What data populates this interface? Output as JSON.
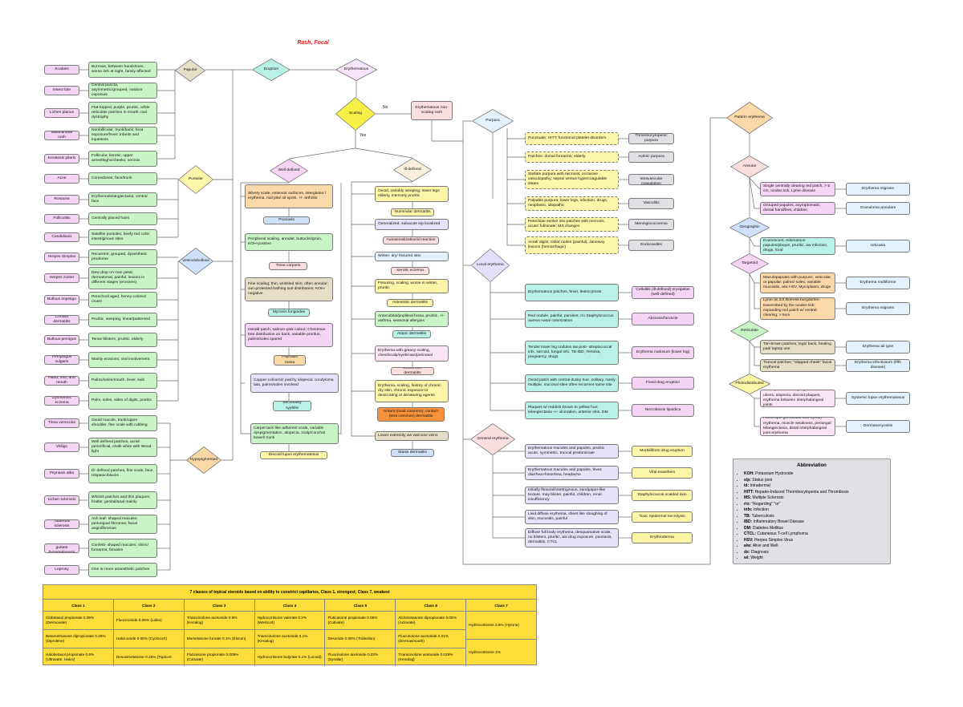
{
  "title": "Rash, Focal",
  "labels": {
    "no": "No",
    "yes": "Yes"
  },
  "colors": {
    "title": "#e02020",
    "line": "#555555",
    "steroid_bg": "#fddd3a"
  },
  "diamonds": {
    "eruption": "Eruption",
    "erythematous": "Erythematous",
    "scaling": "Scaling",
    "papular": "Papular",
    "pustular": "Pustular",
    "vesiculobullous": "Vesiculobullous",
    "hypopigmented": "Hypopigmented",
    "well_defined": "Well-defined",
    "ill_defined": "Ill-defined",
    "purpura": "Purpura",
    "local_erythema": "Local erythema",
    "general_erythema": "General erythema",
    "pattern_erythema": "Pattern erythema",
    "annular": "Annular",
    "geographic": "Geographic",
    "targetoid": "Targetoid",
    "reticulate": "Reticulate",
    "photodistributed": "Photodistributed"
  },
  "left_rows": [
    {
      "dx": "Scabies",
      "desc": "Burrows, between hands/toes, worse itch at night, family affected"
    },
    {
      "dx": "Insect bite",
      "desc": "Central puncta, asymmetric/grouped, outdoor exposure"
    },
    {
      "dx": "Lichen planus",
      "desc": "Flat-topped, purple, pruritic, white reticulate patches in mouth; nail dystrophy"
    },
    {
      "dx": "Miliaria/heat rash",
      "desc": "Nonfollicular, trunk/back; heat exposure/fever; infants and inpatients"
    },
    {
      "dx": "Keratosis pilaris",
      "desc": "Follicular, kerotic; upper arms/thighs/cheeks; xerosis"
    },
    {
      "dx": "Acne",
      "desc": "Comedones; face/trunk"
    },
    {
      "dx": "Rosacea",
      "desc": "Erythema/telangiectasia; central face"
    },
    {
      "dx": "Folliculitis",
      "desc": "Centrally placed hairs"
    },
    {
      "dx": "Candidiasis",
      "desc": "Satellite pustules; beefy red color; intertriginous sites"
    },
    {
      "dx": "Herpes Simplex",
      "desc": "Recurrent, grouped, dysesthetic prodrome"
    },
    {
      "dx": "Herpes zoster",
      "desc": "Dew drop on rose petal, dermatomal, painful, lesions in different stages (erosives)"
    },
    {
      "dx": "Bullous impetigo",
      "desc": "Preschool aged, honey-colored crusts"
    },
    {
      "dx": "Contact dermatitis",
      "desc": "Pruritic, weeping, linear/patterned"
    },
    {
      "dx": "Bullous pemigus",
      "desc": "Tense blisters, pruritic, elderly"
    },
    {
      "dx": "Pemphigus vulgaris",
      "desc": "Mainly erosions; oral involvement"
    },
    {
      "dx": "Hand, foot, and mouth",
      "desc": "Palms/soles/mouth, fever, kids"
    },
    {
      "dx": "Dyshidrotic eczema",
      "desc": "Palm, soles, sides of digits, pruritic"
    },
    {
      "dx": "Tinea versicolor",
      "desc": "Ovoid macule, trunk/upper shoulder, fine scale with rubbing"
    },
    {
      "dx": "Vitiligo",
      "desc": "Well defined patches, acral/ periorificial, chalk white with Wood light"
    },
    {
      "dx": "Pityriasis alba",
      "desc": "Ill- defined patches, fine scale, face, Hispanic/blacks"
    },
    {
      "dx": "Lichen sclerosis",
      "desc": "Whitish patches and thin plaques; friable; genital/anal mainly"
    },
    {
      "dx": "Tuberous sclerosis",
      "desc": "Ash leaf- shaped macules; periungual fibromas; facial angiofibromas"
    },
    {
      "dx": "Idiopathic guttate hypomelanosis",
      "desc": "Confetti- shaped macules; shins/ forearms; females"
    },
    {
      "dx": "Leprosy",
      "desc": "One or more anaesthetic patches"
    }
  ],
  "mid_nonscale": "Erythematous non-scaling rash",
  "well_defined": [
    {
      "desc": "Silvery scale, extensor surfaces, interglutea l erythema, nail pits/ oil spots, +/- arthritis",
      "dx": "Psoriasis"
    },
    {
      "desc": "Peripheral scaling, annular, buttocks/groin, KOH-positive",
      "dx": "Tinea corporis"
    },
    {
      "desc": "Fine scaling; thin, wrinkled skin; often annular; sun-protected bathing suit distribution; KOH-negative",
      "dx": "Mycosis fungoides"
    },
    {
      "desc": "Herald patch; salmon-pink colour; Christmas tree distribution on back, variable pruritus, palms/soles spared",
      "dx": "Pityriasis rosea"
    },
    {
      "desc": "Copper-coloured; patchy alopecia; condyloma lata, palms/soles involved",
      "dx": "Secondary syphilis"
    },
    {
      "desc": "Carpet tack-like adherent scale, variable dyspigmentation, alopecia, scalp/conchal bowel/ trunk",
      "dx": "Discoid lupus erythematosus"
    }
  ],
  "ill_defined": [
    {
      "desc": "Ovoid, variably weeping; lower legs elderly, intensely pruritic",
      "dx": "Nummular dermatitis"
    },
    {
      "desc": "Generalized, subacute s/p localized",
      "dx": "Autosensitization/id reaction"
    },
    {
      "desc": "Winter, dry/ fissured skin",
      "dx": "Xerotic eczema"
    },
    {
      "desc": "Fissuring, scaling, worse in winter, pruritic",
      "dx": "Asteatotic dermatitis"
    },
    {
      "desc": "Antecubital/popliteal fossa, pruritic, +/- asthma, seasonal allergies",
      "dx": "Atopic dermatitis"
    },
    {
      "desc": "Erythema with greasy scaling, chest/scalp/eyebrows/perinasal",
      "dx": "Seborrheic dermatitis"
    },
    {
      "desc": "Erythema, scaling, history of chronic dry skin, chronic exposure to desiccating or denaturing agents",
      "dx": "Irritant (most common), contact (less common) dermatitis"
    },
    {
      "desc": "Lower extremity aw varicose veins",
      "dx": "Stasis dermatitis"
    }
  ],
  "purpura_rows": [
    {
      "desc": "Punctuate: HITT; functional platelet disorders",
      "dx": "Thrombocytopenic purpura"
    },
    {
      "desc": "Patches: dorsal forearms; elderly",
      "dx": "Actinic purpura"
    },
    {
      "desc": "Stellate purpura with necrosis; occlusive vasculopathy; sepsis versus hypercoagulable states",
      "dx": "Disseminated intravascular coagulation"
    },
    {
      "desc": "Palpable purpura; lower legs, infection, drugs, neoplastic, idiopathic",
      "dx": "Vasculitis"
    },
    {
      "desc": "Petechiae evolve into patches with necrosis, acute/ fulminate; MS changes",
      "dx": "Meningiococcemia"
    },
    {
      "desc": "Acral/ digits; Osler nodes (painful), Janeway lesions (hemorrhagic)",
      "dx": "Endocarditis"
    }
  ],
  "local_rows": [
    {
      "desc": "Erythematous patches, fever, leukocytosis",
      "dx": "Cellulitis (ill-defined) erysipelas (well-defined)"
    },
    {
      "desc": "Red nodule, painful, purulent, r/o Staphylococcus aureus nasal colonization",
      "dx": "Abscess/furuncle"
    },
    {
      "desc": "Tender lower leg nodules aw post- streptococcal infx, sarcoid, fungal infx, TB IBD, Yersinia, pregnancy, drugs",
      "dx": "Erythema nodosum (lower leg)"
    },
    {
      "desc": "Ovoid patch with central dusky hue, solitary, rarely multiple, mucosal sites often recurrent same site",
      "dx": "Fixed drug eruption"
    },
    {
      "desc": "Plaques w/ reddish-brown to yellow hue; telangiectasia +/- ulceration, anterior shin, DM",
      "dx": "Necrobiosis lipoidica"
    }
  ],
  "general_rows": [
    {
      "desc": "Erythematous macules and papules, pruritic acute, symmetric, truncal predominate",
      "dx": "Morbilliform drug eruption"
    },
    {
      "desc": "Erythematous macules and papules, fever, diarrhea rhinorrhea, headache",
      "dx": "Viral exanthem"
    },
    {
      "desc": "Initially flexural/intertriginous, sandpaper-like texture, may blister, painful, children, renal insufficiency",
      "dx": "Staphylococcal scalded skin"
    },
    {
      "desc": "Livid diffuse erythema, sheet like sloughing of skin, mucositis, painful",
      "dx": "Toxic epidermal necrolysis"
    },
    {
      "desc": "Diffuse full body erythema, desquamative scale, no blisters, pruritic, aw drug exposure, psoriasis, dermatitis, CTCL",
      "dx": "Erythroderma"
    }
  ],
  "pattern_rows": [
    {
      "desc": "Single centrally clearing red patch, > 5 cm, Ixodes tick, Lyme disease",
      "dx": "Erythema migrans"
    },
    {
      "desc": "Grouped papules, asymptomatic, dorsal hand/feet, children",
      "dx": "Granuloma annulare"
    },
    {
      "desc": "Evanescent, edematous papules/plaque, pruritic, aw infection, drugs, food",
      "dx": "Urticaria"
    },
    {
      "desc": "Maculopapules with purpuric, vesicular, or papular; palms/ soles, variable mucositis, a/w HSV, Mycoplasm, drugs",
      "dx": "Erythema multiforme"
    },
    {
      "desc": "Lyme dx 2/2 Borrelia burgdorferi transmitted by the Ixodes tick; expanding red patch w/ central clearing; > 5cm",
      "dx": "Erythema migrans"
    },
    {
      "desc": "Tan-brown patches; legs/ back; heating pad/ laptop use",
      "dx": "Erythema ab igne"
    },
    {
      "desc": "Truncal patches; \"slapped cheek\" facial erythema",
      "dx": "Erythema infectiosum (fifth disease)"
    },
    {
      "desc": "Malar (central-facial) erythema, oral ulcers, alopecia, discoid plaques, erythema between interphalangeal joints",
      "dx": "Systemic lupus erythematosus"
    },
    {
      "desc": "Heliotropic (periocular and eyelid) erythema, muscle weakness, periungal telangiectasia, distal interphalangeal joint erythema",
      "dx": "Dermatomyositis"
    }
  ],
  "abbreviation": {
    "title": "Abbreviation",
    "items": [
      {
        "k": "KOH:",
        "v": " Potassium Hydroxide"
      },
      {
        "k": "s/p:",
        "v": " Status post"
      },
      {
        "k": "id:",
        "v": " Intradermal"
      },
      {
        "k": "HITT:",
        "v": " Heparin-Induced Thrombocytopenia and Thrombosis"
      },
      {
        "k": "MS:",
        "v": " Multiple Sclerosis"
      },
      {
        "k": "r/o:",
        "v": " \"Regarding\" \"or\""
      },
      {
        "k": "infx:",
        "v": " Infection"
      },
      {
        "k": "TB:",
        "v": " Tuberculosis"
      },
      {
        "k": "IBD:",
        "v": " Inflammatory Bowel Disease"
      },
      {
        "k": "DM:",
        "v": " Diabetes Mellitus"
      },
      {
        "k": "CTCL:",
        "v": " Cutaneous T-cell Lymphoma"
      },
      {
        "k": "HSV:",
        "v": " Herpes Simplex Virus"
      },
      {
        "k": "a/w:",
        "v": " Alive and Well"
      },
      {
        "k": "dx:",
        "v": " Diagnosis"
      },
      {
        "k": "w/:",
        "v": " Weight"
      }
    ]
  },
  "steroids": {
    "title": "7 classes of topical steroids based on ability to constrict capillaries, Class 1, strongest; Class 7, weakest",
    "classes": [
      {
        "name": "Class 1",
        "items": [
          "Clobetasol propionate 0.05% (Dermovate)",
          "Betamethasone dipropionate 0.25% (Diprolene)",
          "Halobetasol propionate 0.5% (Ultravate, Halox)"
        ]
      },
      {
        "name": "Class 2",
        "items": [
          "Fluocinonide 0.05% (Lidex)",
          "Halcinonide 0.05% (Cyclocort)",
          "Desoximetasone 0.25% (Topicort"
        ]
      },
      {
        "name": "Class 3",
        "items": [
          "Triamcinolone acetonide 0.5% (Kenalog)",
          "Mometasone furoate 0.1% (Elocon)",
          "Fluticasone propionate 0.005% (Cutivate)"
        ]
      },
      {
        "name": "Class 4",
        "items": [
          "Hydrocortisone valerate 0.2% (Westcort)",
          "Triamcinolone acetonide 0.1% (Kenalog)",
          "Hydrocortisone butyrate 0.1% (Locoid)"
        ]
      },
      {
        "name": "Class 5",
        "items": [
          "Fluticasone propionate 0.05% (Cutivate)",
          "Desonide 0.05% (Tridesilon)",
          "Fluocinolone acetonide 0.02% (Synalar)"
        ]
      },
      {
        "name": "Class 6",
        "items": [
          "Alclometasone dipropionate 0.05% (Aclovate)",
          "Fluocinolone acetonide 0.01% (Dermasmooth)",
          "Triamcinolone acetonide 0.025% (Kenalog)"
        ]
      },
      {
        "name": "Class 7",
        "items": [
          "Hydrocortisone 2.5% (Hytone)",
          "Hydrocortisone 1%"
        ]
      }
    ]
  }
}
